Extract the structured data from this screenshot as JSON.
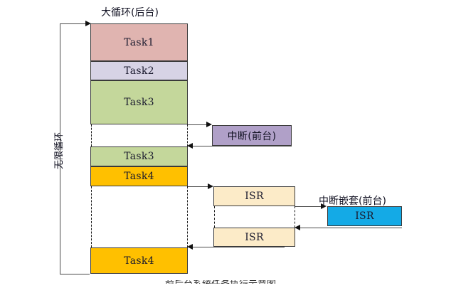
{
  "diagram": {
    "title_top": "大循环(后台)",
    "loop_label": "无限循环",
    "foreground_label": "中断(前台)",
    "nested_label": "中断嵌套(前台)",
    "bottom_caption": "前后台系统任务执行示意图",
    "colors": {
      "task1": "#E0B4B0",
      "task2": "#D7D3E5",
      "task3": "#C4D79B",
      "task4": "#FFC000",
      "interrupt": "#B0A0C8",
      "isr": "#FCEBC8",
      "nested_isr": "#14AAE6",
      "stroke": "#3A3A3A",
      "line": "#4A4A4A"
    },
    "background_stack": [
      {
        "name": "task1",
        "label": "Task1",
        "color_key": "task1"
      },
      {
        "name": "task2",
        "label": "Task2",
        "color_key": "task2"
      },
      {
        "name": "task3",
        "label": "Task3",
        "color_key": "task3"
      },
      {
        "name": "task3-resume",
        "label": "Task3",
        "color_key": "task3"
      },
      {
        "name": "task4",
        "label": "Task4",
        "color_key": "task4"
      },
      {
        "name": "task4-resume",
        "label": "Task4",
        "color_key": "task4"
      }
    ],
    "foreground_blocks": [
      {
        "name": "interrupt",
        "label": "中断(前台)",
        "color_key": "interrupt"
      },
      {
        "name": "isr-first",
        "label": "ISR",
        "color_key": "isr"
      },
      {
        "name": "isr-return",
        "label": "ISR",
        "color_key": "isr"
      },
      {
        "name": "isr-nested",
        "label": "ISR",
        "color_key": "nested_isr"
      }
    ]
  }
}
